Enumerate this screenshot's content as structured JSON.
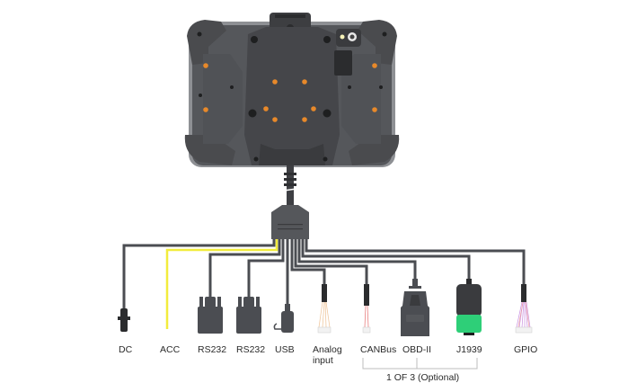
{
  "diagram": {
    "device_name": "rugged-tablet-back",
    "connectors": [
      {
        "label": "DC"
      },
      {
        "label": "ACC"
      },
      {
        "label": "RS232"
      },
      {
        "label": "RS232"
      },
      {
        "label": "USB"
      },
      {
        "label": "Analog",
        "label2": "input"
      },
      {
        "label": "CANBus"
      },
      {
        "label": "OBD-II"
      },
      {
        "label": "J1939"
      },
      {
        "label": "GPIO"
      }
    ],
    "group_note": "1 OF 3 (Optional)",
    "colors": {
      "device_body": "#4a4b4e",
      "device_dark": "#3a3b3e",
      "device_frame": "#8e9094",
      "accent_orange": "#e8892a",
      "cable": "#4b4d52",
      "acc_wire": "#f2ec3c",
      "j1939_green": "#2ecf78"
    }
  }
}
